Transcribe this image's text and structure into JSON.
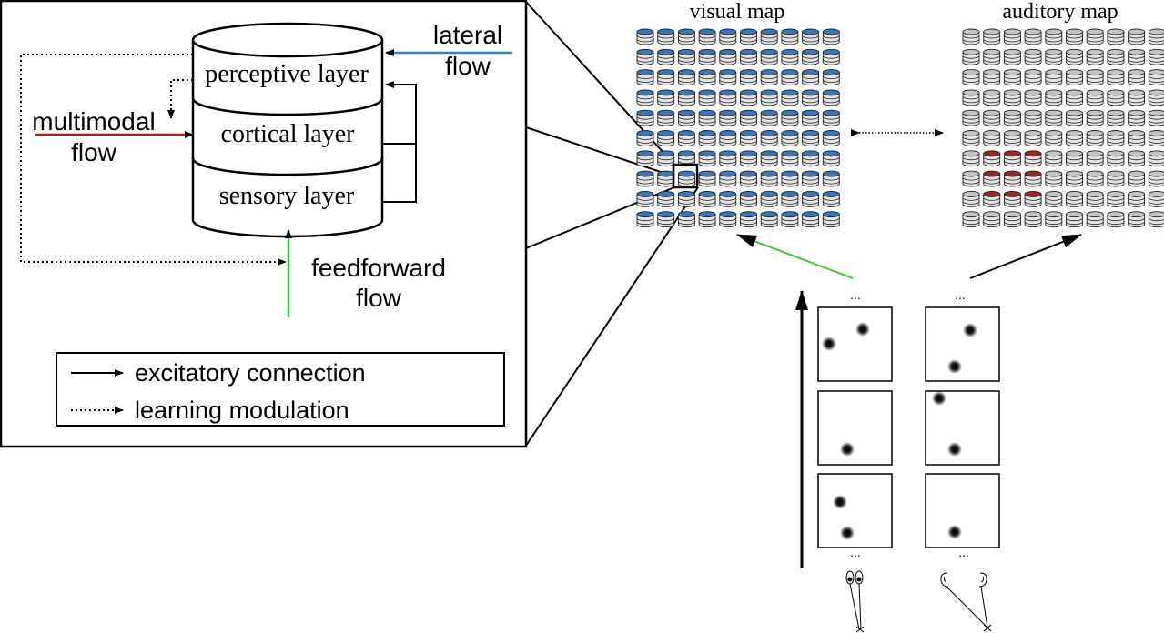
{
  "inset": {
    "layers": {
      "perceptive": "perceptive layer",
      "cortical": "cortical layer",
      "sensory": "sensory layer"
    },
    "flows": {
      "lateral_1": "lateral",
      "lateral_2": "flow",
      "multimodal_1": "multimodal",
      "multimodal_2": "flow",
      "feedforward_1": "feedforward",
      "feedforward_2": "flow"
    },
    "legend": {
      "excitatory": "excitatory connection",
      "learning": "learning modulation"
    }
  },
  "maps": {
    "visual": {
      "title": "visual map",
      "rows": 10,
      "cols": 10,
      "active_color": "#3a76b8",
      "inactive_color": "#c4c4c4"
    },
    "auditory": {
      "title": "auditory map",
      "rows": 10,
      "cols": 10,
      "active_color": "#9a2626",
      "inactive_color": "#c4c4c4",
      "active_rows": [
        6,
        7,
        8
      ],
      "active_cols": [
        1,
        2,
        3
      ]
    }
  },
  "colors": {
    "lateral": "#3a7fc8",
    "multimodal": "#b01c1c",
    "feedforward": "#33cc33"
  },
  "inputs": {
    "ellipsis": "...",
    "icons": [
      "eye-icon",
      "ear-icon"
    ]
  }
}
